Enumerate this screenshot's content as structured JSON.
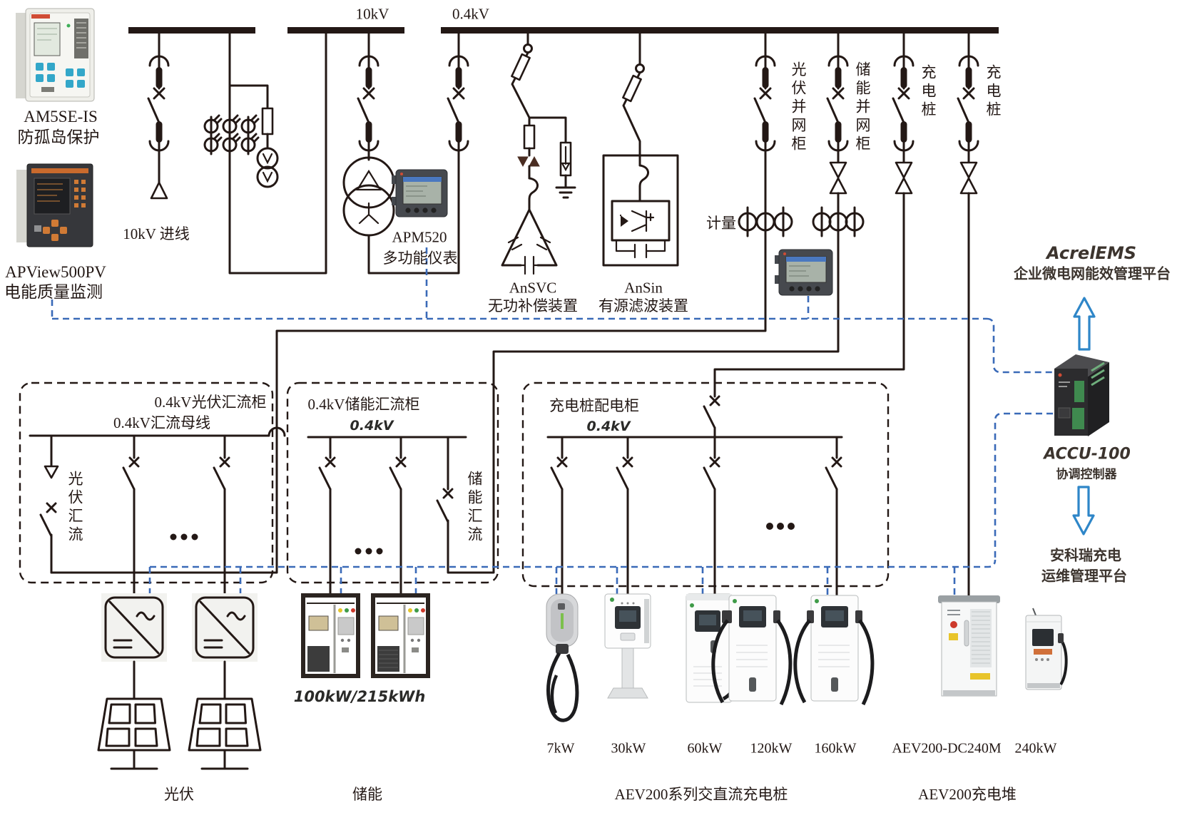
{
  "colors": {
    "wire": "#231815",
    "comm_bus": "#3a6ab8",
    "arrow_blue": "#2e86c8"
  },
  "top": {
    "bus10kv_label": "10kV",
    "bus04kv_label": "0.4kV"
  },
  "devices": {
    "am5se": {
      "model": "AM5SE-IS",
      "desc": "防孤岛保护"
    },
    "apview": {
      "model": "APView500PV",
      "desc": "电能质量监测"
    },
    "apm520": {
      "model": "APM520",
      "desc": "多功能仪表"
    },
    "accu": {
      "model": "ACCU-100",
      "desc": "协调控制器"
    }
  },
  "feeders": {
    "incoming_label": "10kV 进线",
    "metering_label": "计量",
    "pv_cabinet": "光伏并网柜",
    "ess_cabinet": "储能并网柜",
    "charger1": "充电桩",
    "charger2": "充电桩"
  },
  "compensation": {
    "ansvc_model": "AnSVC",
    "ansvc_desc": "无功补偿装置",
    "ansin_model": "AnSin",
    "ansin_desc": "有源滤波装置"
  },
  "platforms": {
    "ems_title": "AcrelEMS",
    "ems_subtitle": "企业微电网能效管理平台",
    "charge_line1": "安科瑞充电",
    "charge_line2": "运维管理平台"
  },
  "pv_box": {
    "title": "0.4kV光伏汇流柜",
    "bus_label": "0.4kV汇流母线",
    "branch_label": "光伏汇流",
    "caption": "光伏"
  },
  "ess_box": {
    "title": "0.4kV储能汇流柜",
    "bus_label": "0.4kV",
    "branch_label": "储能汇流",
    "caption": "储能",
    "battery_rating": "100kW/215kWh"
  },
  "charge_box": {
    "title": "充电桩配电柜",
    "bus_label": "0.4kV",
    "caption": "AEV200系列交直流充电桩",
    "stack_caption": "AEV200充电堆",
    "ratings": [
      "7kW",
      "30kW",
      "60kW",
      "120kW",
      "160kW",
      "AEV200-DC240M",
      "240kW"
    ]
  }
}
